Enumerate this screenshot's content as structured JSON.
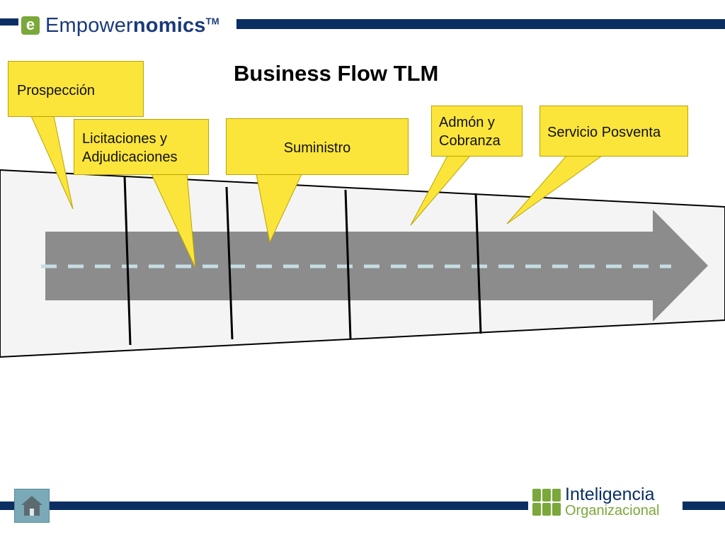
{
  "header": {
    "logo_letter": "e",
    "brand_prefix": "Empower",
    "brand_suffix": "nomics",
    "trademark": "TM"
  },
  "title": "Business Flow TLM",
  "stages": [
    {
      "label": "Prospección"
    },
    {
      "label": "Licitaciones y Adjudicaciones"
    },
    {
      "label": "Suministro"
    },
    {
      "label": "Admón y Cobranza"
    },
    {
      "label": "Servicio Posventa"
    }
  ],
  "footer": {
    "company_line1": "Inteligencia",
    "company_line2": "Organizacional"
  },
  "colors": {
    "callout": "#fbe53b",
    "arrow": "#8c8c8c",
    "dash": "#c5dde3",
    "brand_blue": "#0b2f63",
    "brand_green": "#7aa83a"
  }
}
